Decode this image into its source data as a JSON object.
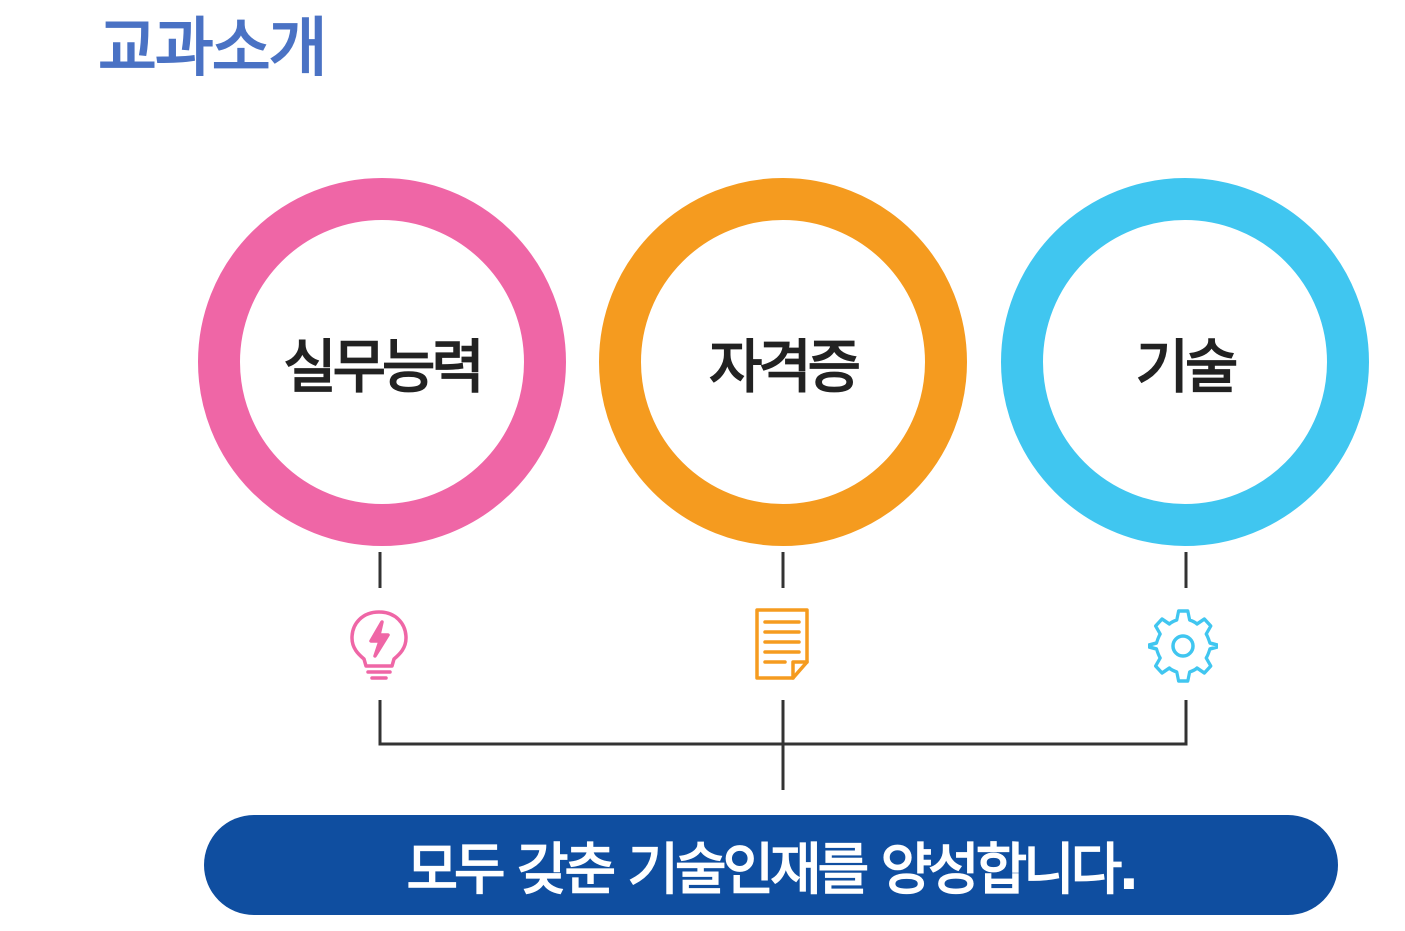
{
  "title": "교과소개",
  "colors": {
    "title": "#4a72c4",
    "pink": "#ef66a6",
    "orange": "#f59b1f",
    "cyan": "#40c6f0",
    "banner": "#0f4ea0",
    "line": "#333333"
  },
  "pillars": [
    {
      "label": "실무능력",
      "icon": "lightbulb-icon",
      "color": "#ef66a6"
    },
    {
      "label": "자격증",
      "icon": "document-icon",
      "color": "#f59b1f"
    },
    {
      "label": "기술",
      "icon": "gear-icon",
      "color": "#40c6f0"
    }
  ],
  "banner": {
    "text": "모두 갖춘 기술인재를 양성합니다."
  }
}
